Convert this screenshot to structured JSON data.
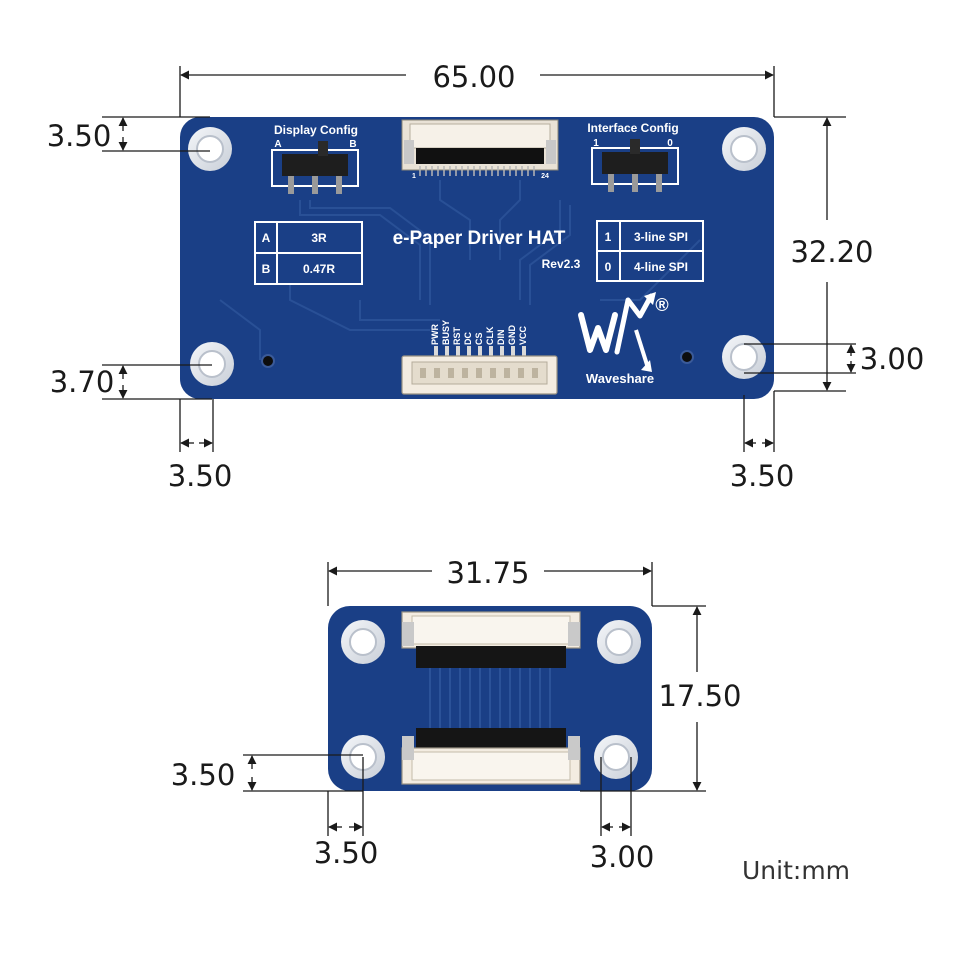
{
  "colors": {
    "pcb": "#1a3f86",
    "pcb_trace": "#2b5298",
    "silkscreen": "#ffffff",
    "hole_ring": "#dfe3ea",
    "connector": "#f3ece1",
    "dim_line": "#1a1a1a"
  },
  "main_board": {
    "title": "e-Paper Driver HAT",
    "revision": "Rev2.3",
    "display_config": {
      "label": "Display Config",
      "pos_a": "A",
      "pos_b": "B",
      "table": [
        {
          "key": "A",
          "value": "3R"
        },
        {
          "key": "B",
          "value": "0.47R"
        }
      ]
    },
    "interface_config": {
      "label": "Interface Config",
      "pos_1": "1",
      "pos_0": "0",
      "table": [
        {
          "key": "1",
          "value": "3-line SPI"
        },
        {
          "key": "0",
          "value": "4-line SPI"
        }
      ]
    },
    "fpc_pin_start": "1",
    "fpc_pin_end": "24",
    "header_pins": [
      "PWR",
      "BUSY",
      "RST",
      "DC",
      "CS",
      "CLK",
      "DIN",
      "GND",
      "VCC"
    ],
    "brand": "Waveshare",
    "registered_mark": "®"
  },
  "dimensions": {
    "main_width": "65.00",
    "main_height": "32.20",
    "main_hole_top_offset": "3.50",
    "main_hole_bottom_offset": "3.70",
    "main_hole_left_offset": "3.50",
    "main_hole_right_offset": "3.50",
    "main_hole_diameter": "3.00",
    "adapter_width": "31.75",
    "adapter_height": "17.50",
    "adapter_hole_bottom_offset": "3.50",
    "adapter_hole_left_offset": "3.50",
    "adapter_hole_diameter": "3.00"
  },
  "unit_label": "Unit:mm"
}
